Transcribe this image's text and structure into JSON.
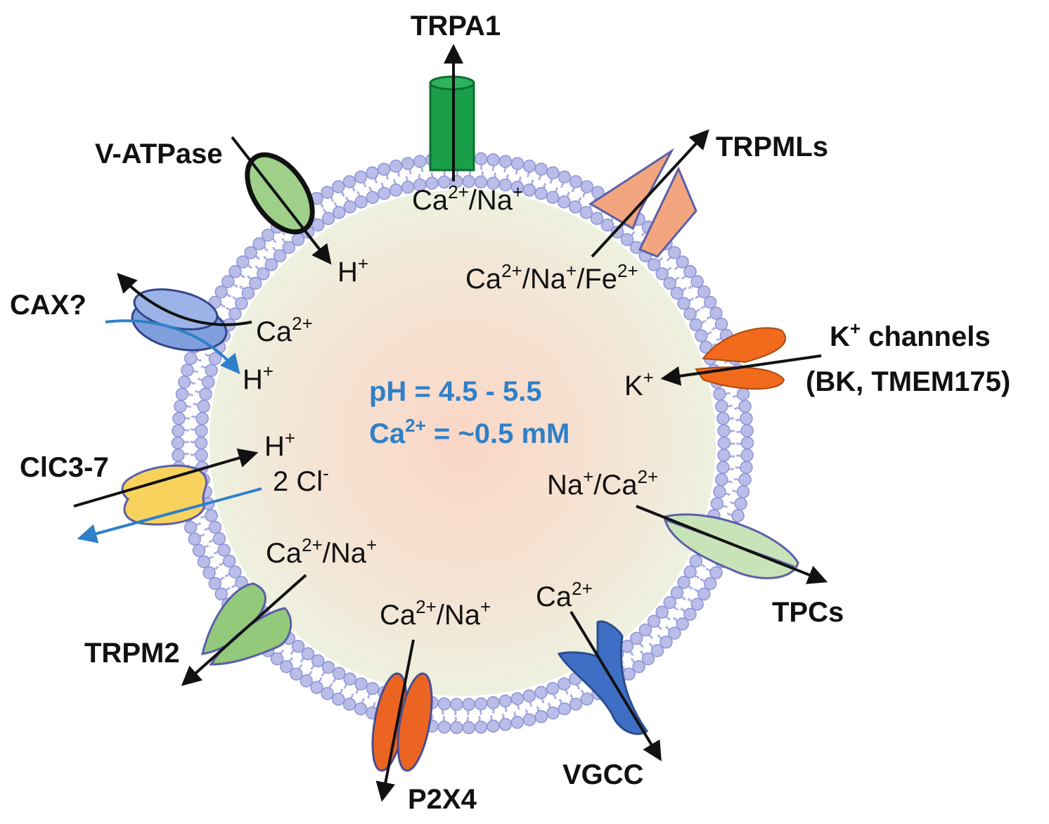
{
  "colors": {
    "membrane": "#b9bde8",
    "membrane_head_stroke": "#8f95d6",
    "lumen_center": "#fbd8c8",
    "lumen_edge": "#eef0e0",
    "condition_text": "#2f80c8",
    "arrow_black": "#111111",
    "arrow_blue": "#2f80c8",
    "trpa1": "#1a9e4a",
    "trpml": "#f2a57e",
    "vatpase": "#9fd08a",
    "cax": "#7f9fdc",
    "k_channel": "#f26a1b",
    "clc": "#f7d35d",
    "tpc": "#c9e3b8",
    "trpm2": "#93c97a",
    "p2x4": "#ec6422",
    "vgcc": "#3f6fc5"
  },
  "lumen_conditions": {
    "ph": {
      "base": "pH = 4.5 - 5.5"
    },
    "ca": {
      "main": "Ca",
      "sup": "2+",
      "rest": " = ~0.5 mM"
    }
  },
  "channels": {
    "trpa1": {
      "label": "TRPA1",
      "ion": {
        "a": "Ca",
        "a_sup": "2+",
        "b": "/Na",
        "b_sup": "+"
      }
    },
    "trpmls": {
      "label": "TRPMLs",
      "ion": {
        "a": "Ca",
        "a_sup": "2+",
        "b": "/Na",
        "b_sup": "+",
        "c": "/Fe",
        "c_sup": "2+"
      }
    },
    "vatpase": {
      "label": "V-ATPase",
      "ion": {
        "a": "H",
        "a_sup": "+"
      }
    },
    "cax": {
      "label": "CAX?",
      "ion1": {
        "a": "Ca",
        "a_sup": "2+"
      },
      "ion2": {
        "a": "H",
        "a_sup": "+"
      }
    },
    "k_channels": {
      "label_main": "K",
      "label_sup": "+",
      "label_rest": " channels",
      "label_line2": "(BK, TMEM175)",
      "ion": {
        "a": "K",
        "a_sup": "+"
      }
    },
    "clc": {
      "label": "ClC3-7",
      "ion1": {
        "a": "H",
        "a_sup": "+"
      },
      "ion2": {
        "a": "2 Cl",
        "a_sup": "-"
      }
    },
    "tpcs": {
      "label": "TPCs",
      "ion": {
        "a": "Na",
        "a_sup": "+",
        "b": "/Ca",
        "b_sup": "2+"
      }
    },
    "trpm2": {
      "label": "TRPM2",
      "ion": {
        "a": "Ca",
        "a_sup": "2+",
        "b": "/Na",
        "b_sup": "+"
      }
    },
    "p2x4": {
      "label": "P2X4",
      "ion": {
        "a": "Ca",
        "a_sup": "2+",
        "b": "/Na",
        "b_sup": "+"
      }
    },
    "vgcc": {
      "label": "VGCC",
      "ion": {
        "a": "Ca",
        "a_sup": "2+"
      }
    }
  }
}
